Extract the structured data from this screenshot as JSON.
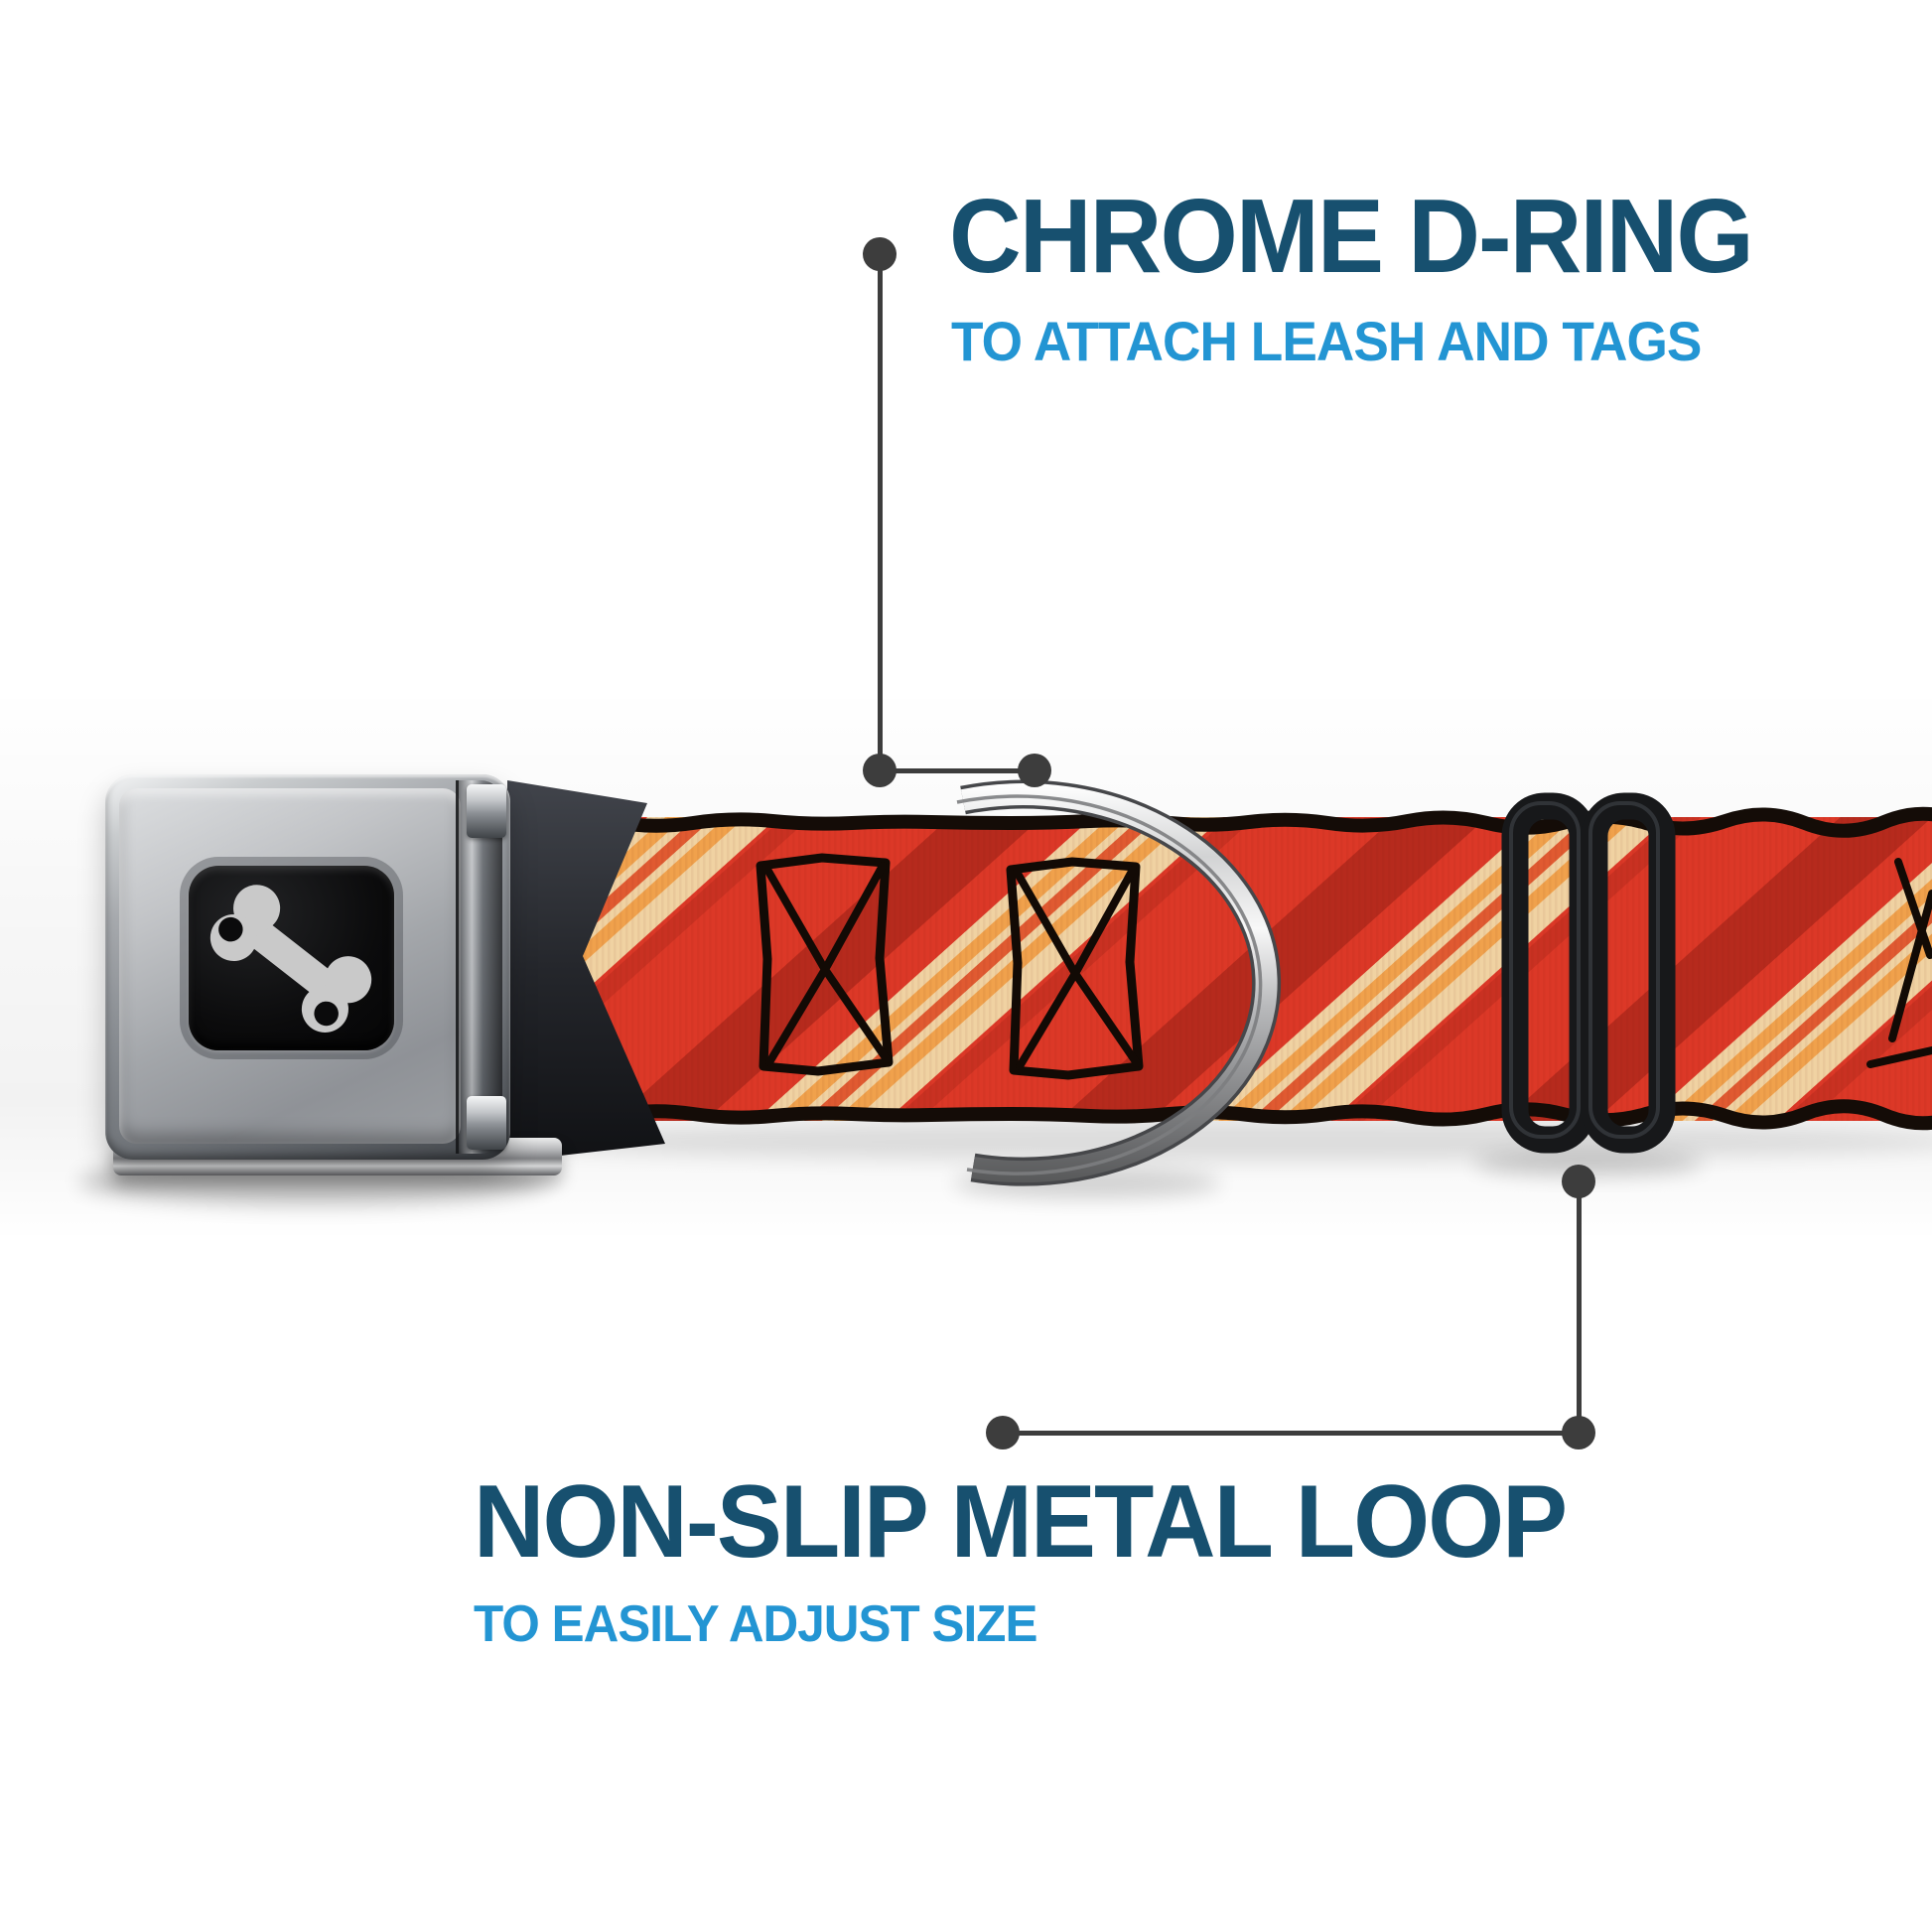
{
  "callouts": {
    "top": {
      "title": "CHROME D-RING",
      "subtitle": "TO ATTACH LEASH AND TAGS"
    },
    "bottom": {
      "title": "NON-SLIP METAL LOOP",
      "subtitle": "TO EASILY ADJUST SIZE"
    }
  },
  "icons": {
    "buckle_emblem": "dog-bone-icon"
  },
  "colors": {
    "headline_blue": "#17506F",
    "subtitle_blue": "#2395D3",
    "leader_gray": "#3D3D3D",
    "belt_red": "#DC3827",
    "belt_dark_red": "#B62A1D",
    "bacon_cream": "#F0D2A2",
    "bacon_orange": "#F0A14C",
    "bacon_red_stripe": "#E05A31",
    "webbing_edge_black": "#140C07",
    "buckle_silver": "#AEB1B5",
    "buckle_center_black": "#0B0B0C",
    "bone_gray": "#C9C9C9",
    "dring_chrome": "#D9DADB",
    "slider_black": "#17181A",
    "background": "#FFFFFF"
  }
}
